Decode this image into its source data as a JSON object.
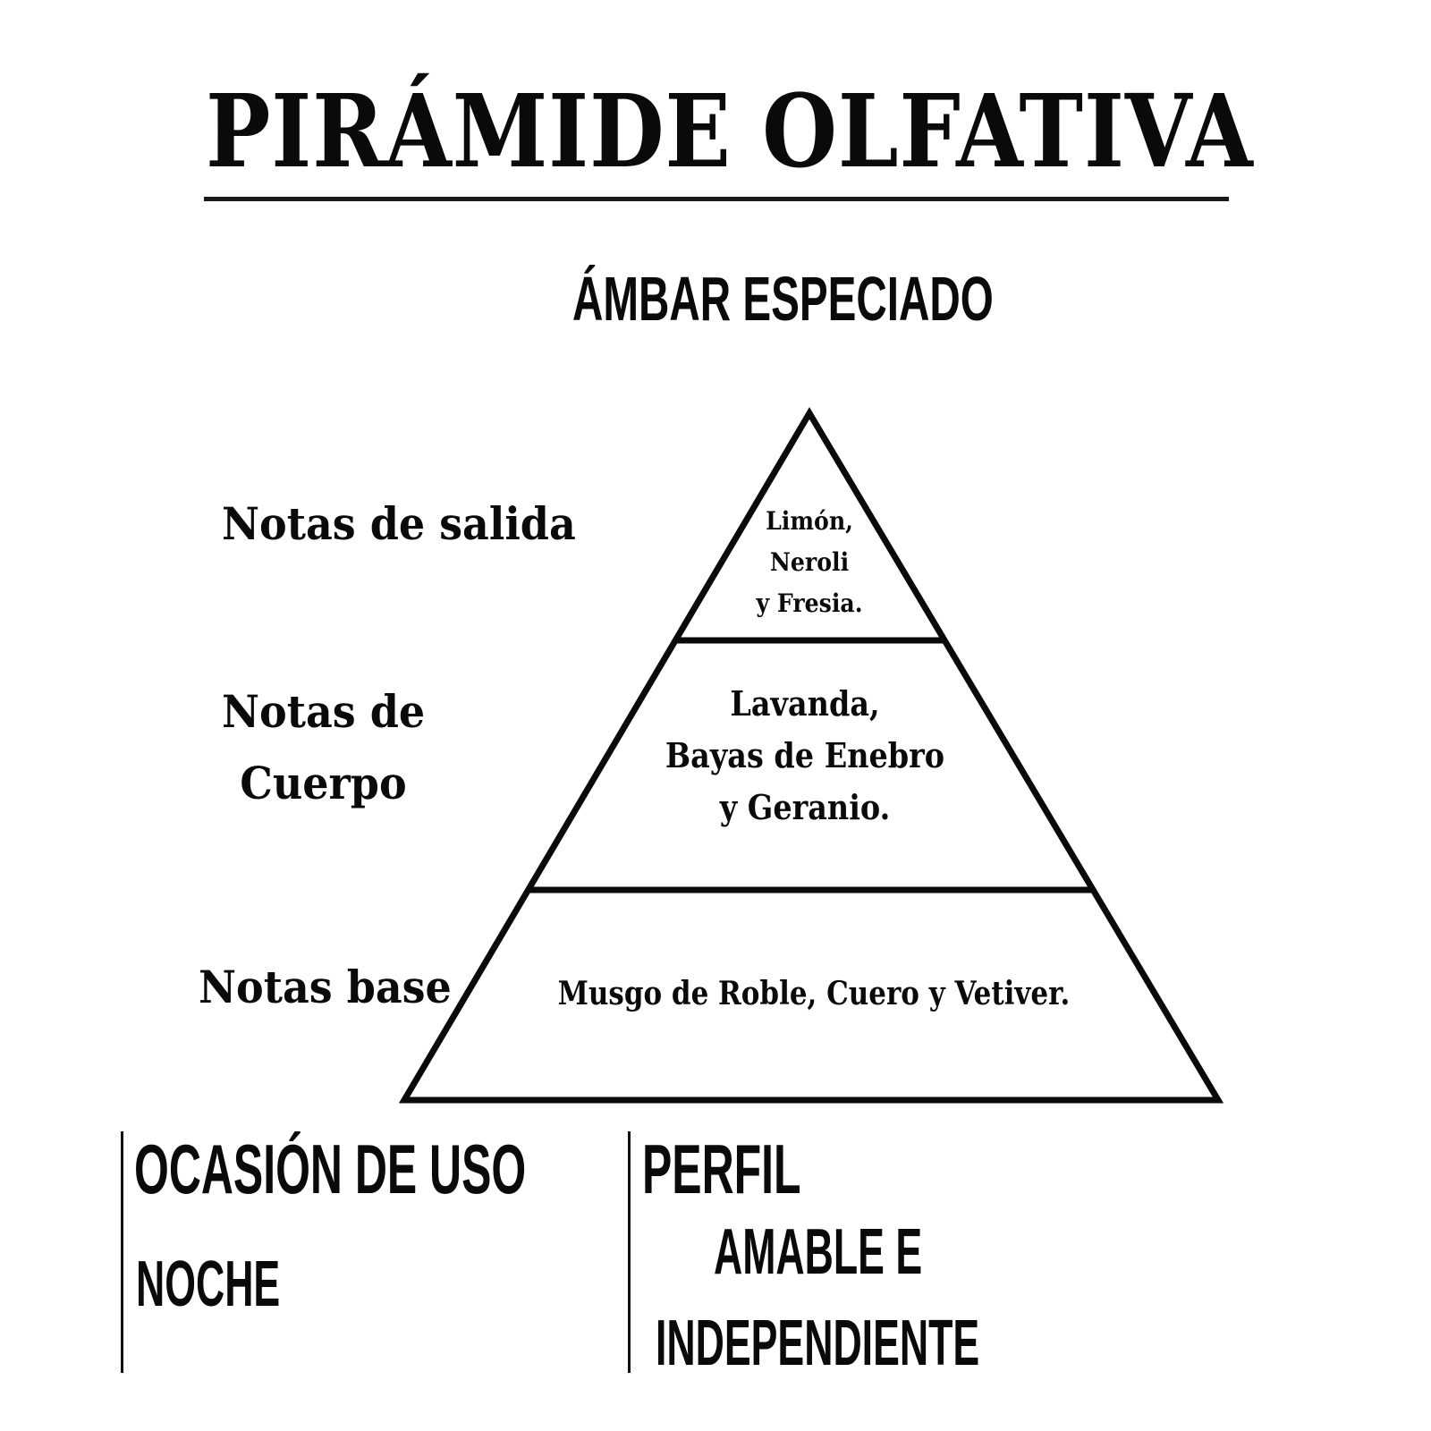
{
  "header": {
    "title": "PIRÁMIDE OLFATIVA",
    "subtitle": "ÁMBAR ESPECIADO"
  },
  "colors": {
    "background": "#ffffff",
    "ink": "#0a0a0a"
  },
  "pyramid": {
    "tiers": [
      {
        "label": "Notas de salida",
        "label_lines": [
          "Notas de salida"
        ],
        "notes_lines": [
          "Limón,",
          "Neroli",
          "y Fresia."
        ]
      },
      {
        "label": "Notas de Cuerpo",
        "label_lines": [
          "Notas de",
          "Cuerpo"
        ],
        "notes_lines": [
          "Lavanda,",
          "Bayas de Enebro",
          "y Geranio."
        ]
      },
      {
        "label": "Notas base",
        "label_lines": [
          "Notas base"
        ],
        "notes_lines": [
          "Musgo de Roble, Cuero y Vetiver."
        ]
      }
    ]
  },
  "footer": {
    "ocasion": {
      "heading": "OCASIÓN DE USO",
      "value": "NOCHE"
    },
    "perfil": {
      "heading": "PERFIL",
      "value_lines": [
        "AMABLE E",
        "INDEPENDIENTE"
      ]
    }
  }
}
